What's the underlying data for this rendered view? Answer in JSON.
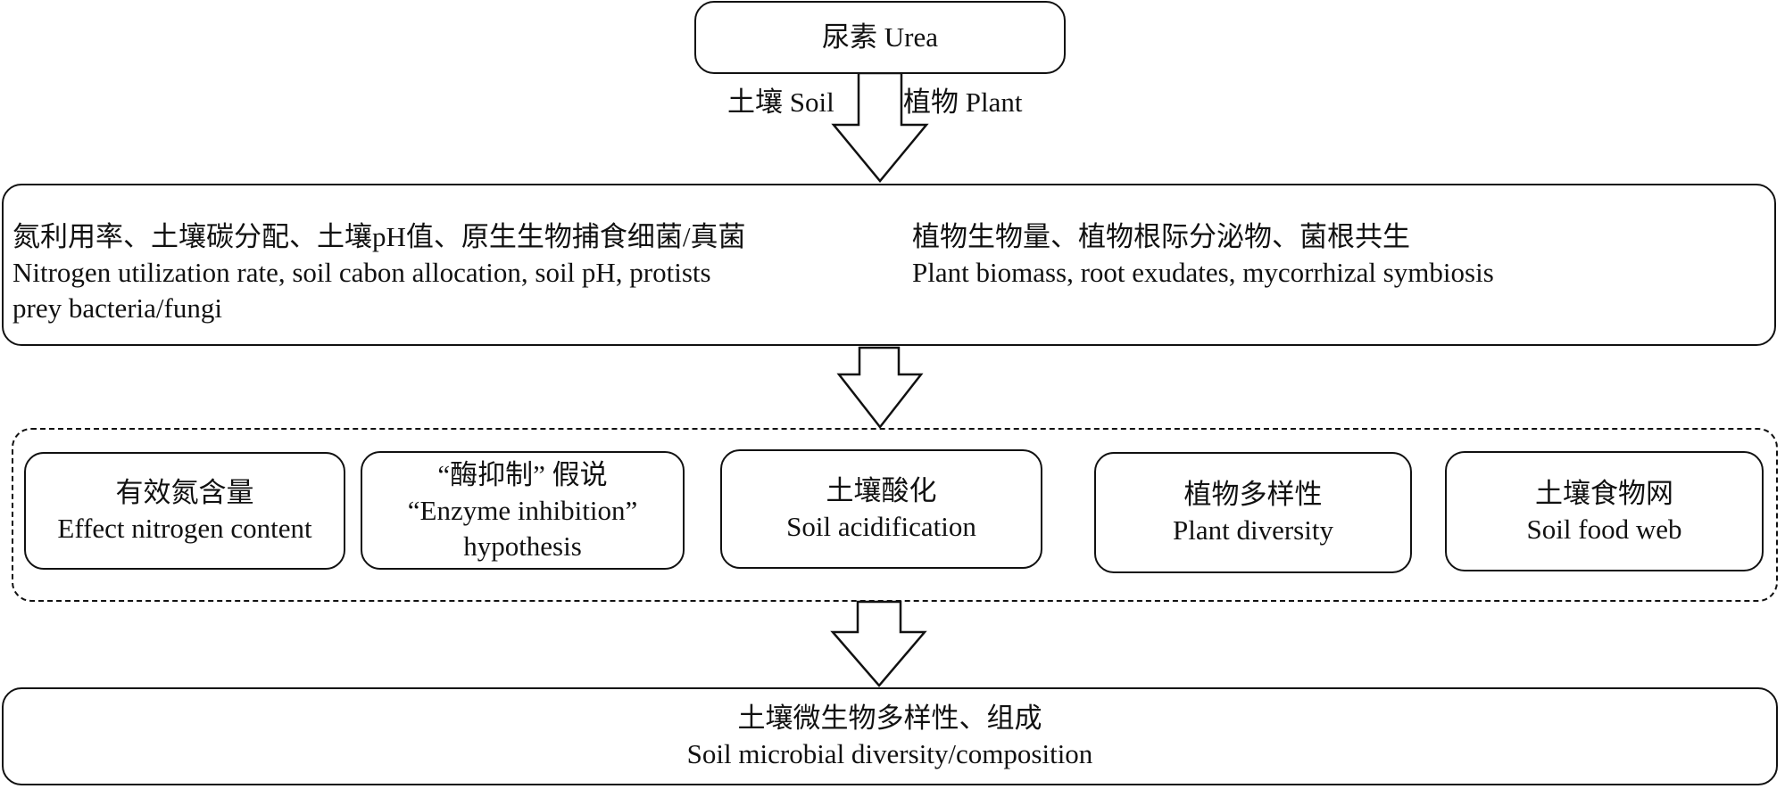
{
  "diagram": {
    "top_node": {
      "label": "尿素 Urea"
    },
    "branch_labels": {
      "soil": "土壤 Soil",
      "plant": "植物 Plant"
    },
    "mechanisms": {
      "soil_side": {
        "zh": "氮利用率、土壤碳分配、土壤pH值、原生生物捕食细菌/真菌",
        "en_line1": "Nitrogen utilization rate, soil cabon allocation, soil pH, protists",
        "en_line2": "prey bacteria/fungi"
      },
      "plant_side": {
        "zh": "植物生物量、植物根际分泌物、菌根共生",
        "en": "Plant biomass, root exudates, mycorrhizal symbiosis"
      }
    },
    "factors": [
      {
        "zh": "有效氮含量",
        "en_lines": [
          "Effect nitrogen content"
        ]
      },
      {
        "zh": "“酶抑制” 假说",
        "en_lines": [
          "“Enzyme inhibition”",
          "hypothesis"
        ]
      },
      {
        "zh": "土壤酸化",
        "en_lines": [
          "Soil acidification"
        ]
      },
      {
        "zh": "植物多样性",
        "en_lines": [
          "Plant diversity"
        ]
      },
      {
        "zh": "土壤食物网",
        "en_lines": [
          "Soil food web"
        ]
      }
    ],
    "outcome": {
      "zh": "土壤微生物多样性、组成",
      "en": "Soil microbial diversity/composition"
    }
  }
}
